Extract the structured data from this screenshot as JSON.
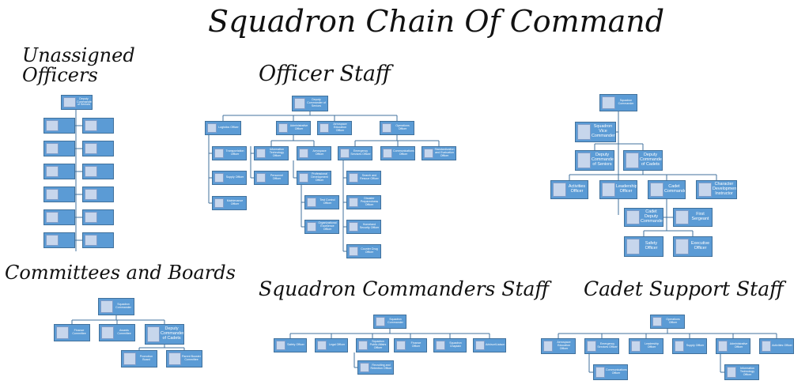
{
  "page": {
    "title": "Squadron Chain Of Command",
    "sections": {
      "unassigned": "Unassigned Officers",
      "officer_staff": "Officer Staff",
      "committees": "Committees and Boards",
      "commanders_staff": "Squadron Commanders Staff",
      "cadet_support": "Cadet Support Staff"
    }
  },
  "colors": {
    "box_fill": "#5b9bd5",
    "box_border": "#41719c",
    "placeholder": "#c7d6ec",
    "line": "#41719c"
  },
  "unassigned": {
    "deputy": "Deputy Commander of Seniors"
  },
  "officer_staff": {
    "deputy": "Deputy Commander of Seniors",
    "logistics": "Logistics Officer",
    "transportation": "Transportation Officer",
    "supply": "Supply Officer",
    "maintenance": "Maintenance Officer",
    "administrative": "Administrative Officer",
    "info_tech": "Information Technology Officer",
    "personnel": "Personnel Officer",
    "aerospace_officer": "Aerospace Officer",
    "prof_dev": "Professional Development Officer",
    "test_control": "Test Control Officer",
    "org_excellence": "Organizational Excellence Officer",
    "aerospace_education": "Aerospace Education Officer",
    "operations": "Operations Officer",
    "emergency_services": "Emergency Services Officer",
    "search_rescue": "Search and Rescue Officer",
    "disaster_prep": "Disaster Preparedness Officer",
    "homeland_security": "Homeland Security Officer",
    "counter_drug": "Counter Drug Officer",
    "communications": "Communications Officer",
    "stan_eval": "Standardization and Evaluation Officer"
  },
  "command": {
    "commander": "Squadron Commander",
    "vice": "Squadron Vice Commander",
    "dep_seniors": "Deputy Commander of Seniors",
    "dep_cadets": "Deputy Commander of Cadets",
    "activities": "Activities Officer",
    "leadership": "Leadership Officer",
    "cadet_commander": "Cadet Commander",
    "character_dev": "Character Development Instructor",
    "cadet_deputy": "Cadet Deputy Commander",
    "first_sergeant": "First Sergeant",
    "safety": "Safety Officer",
    "executive": "Executive Officer"
  },
  "committees": {
    "commander": "Squadron Commander",
    "finance": "Finance Committee",
    "awards": "Awards Committee",
    "dep_cadets": "Deputy Commander of Cadets",
    "promotion": "Promotion Board",
    "parent_booster": "Parent Booster Committee"
  },
  "commanders_staff": {
    "commander": "Squadron Commander",
    "safety": "Safety Officer",
    "legal": "Legal Officer",
    "public_affairs": "Squadron Public Affairs Officer",
    "recruiting": "Recruiting and Retention Officer",
    "finance": "Finance Officer",
    "chaplain": "Squadron Chaplain",
    "advisor": "Advisor/Liaison"
  },
  "cadet_support": {
    "director": "Operations Officer",
    "aerospace": "Aerospace Education Officer",
    "emergency": "Emergency Services Officer",
    "communications": "Communications Officer",
    "leadership": "Leadership Officer",
    "supply": "Supply Officer",
    "admin": "Administrative Officer",
    "info_tech": "Information Technology Officer",
    "activities": "Activities Officer"
  }
}
